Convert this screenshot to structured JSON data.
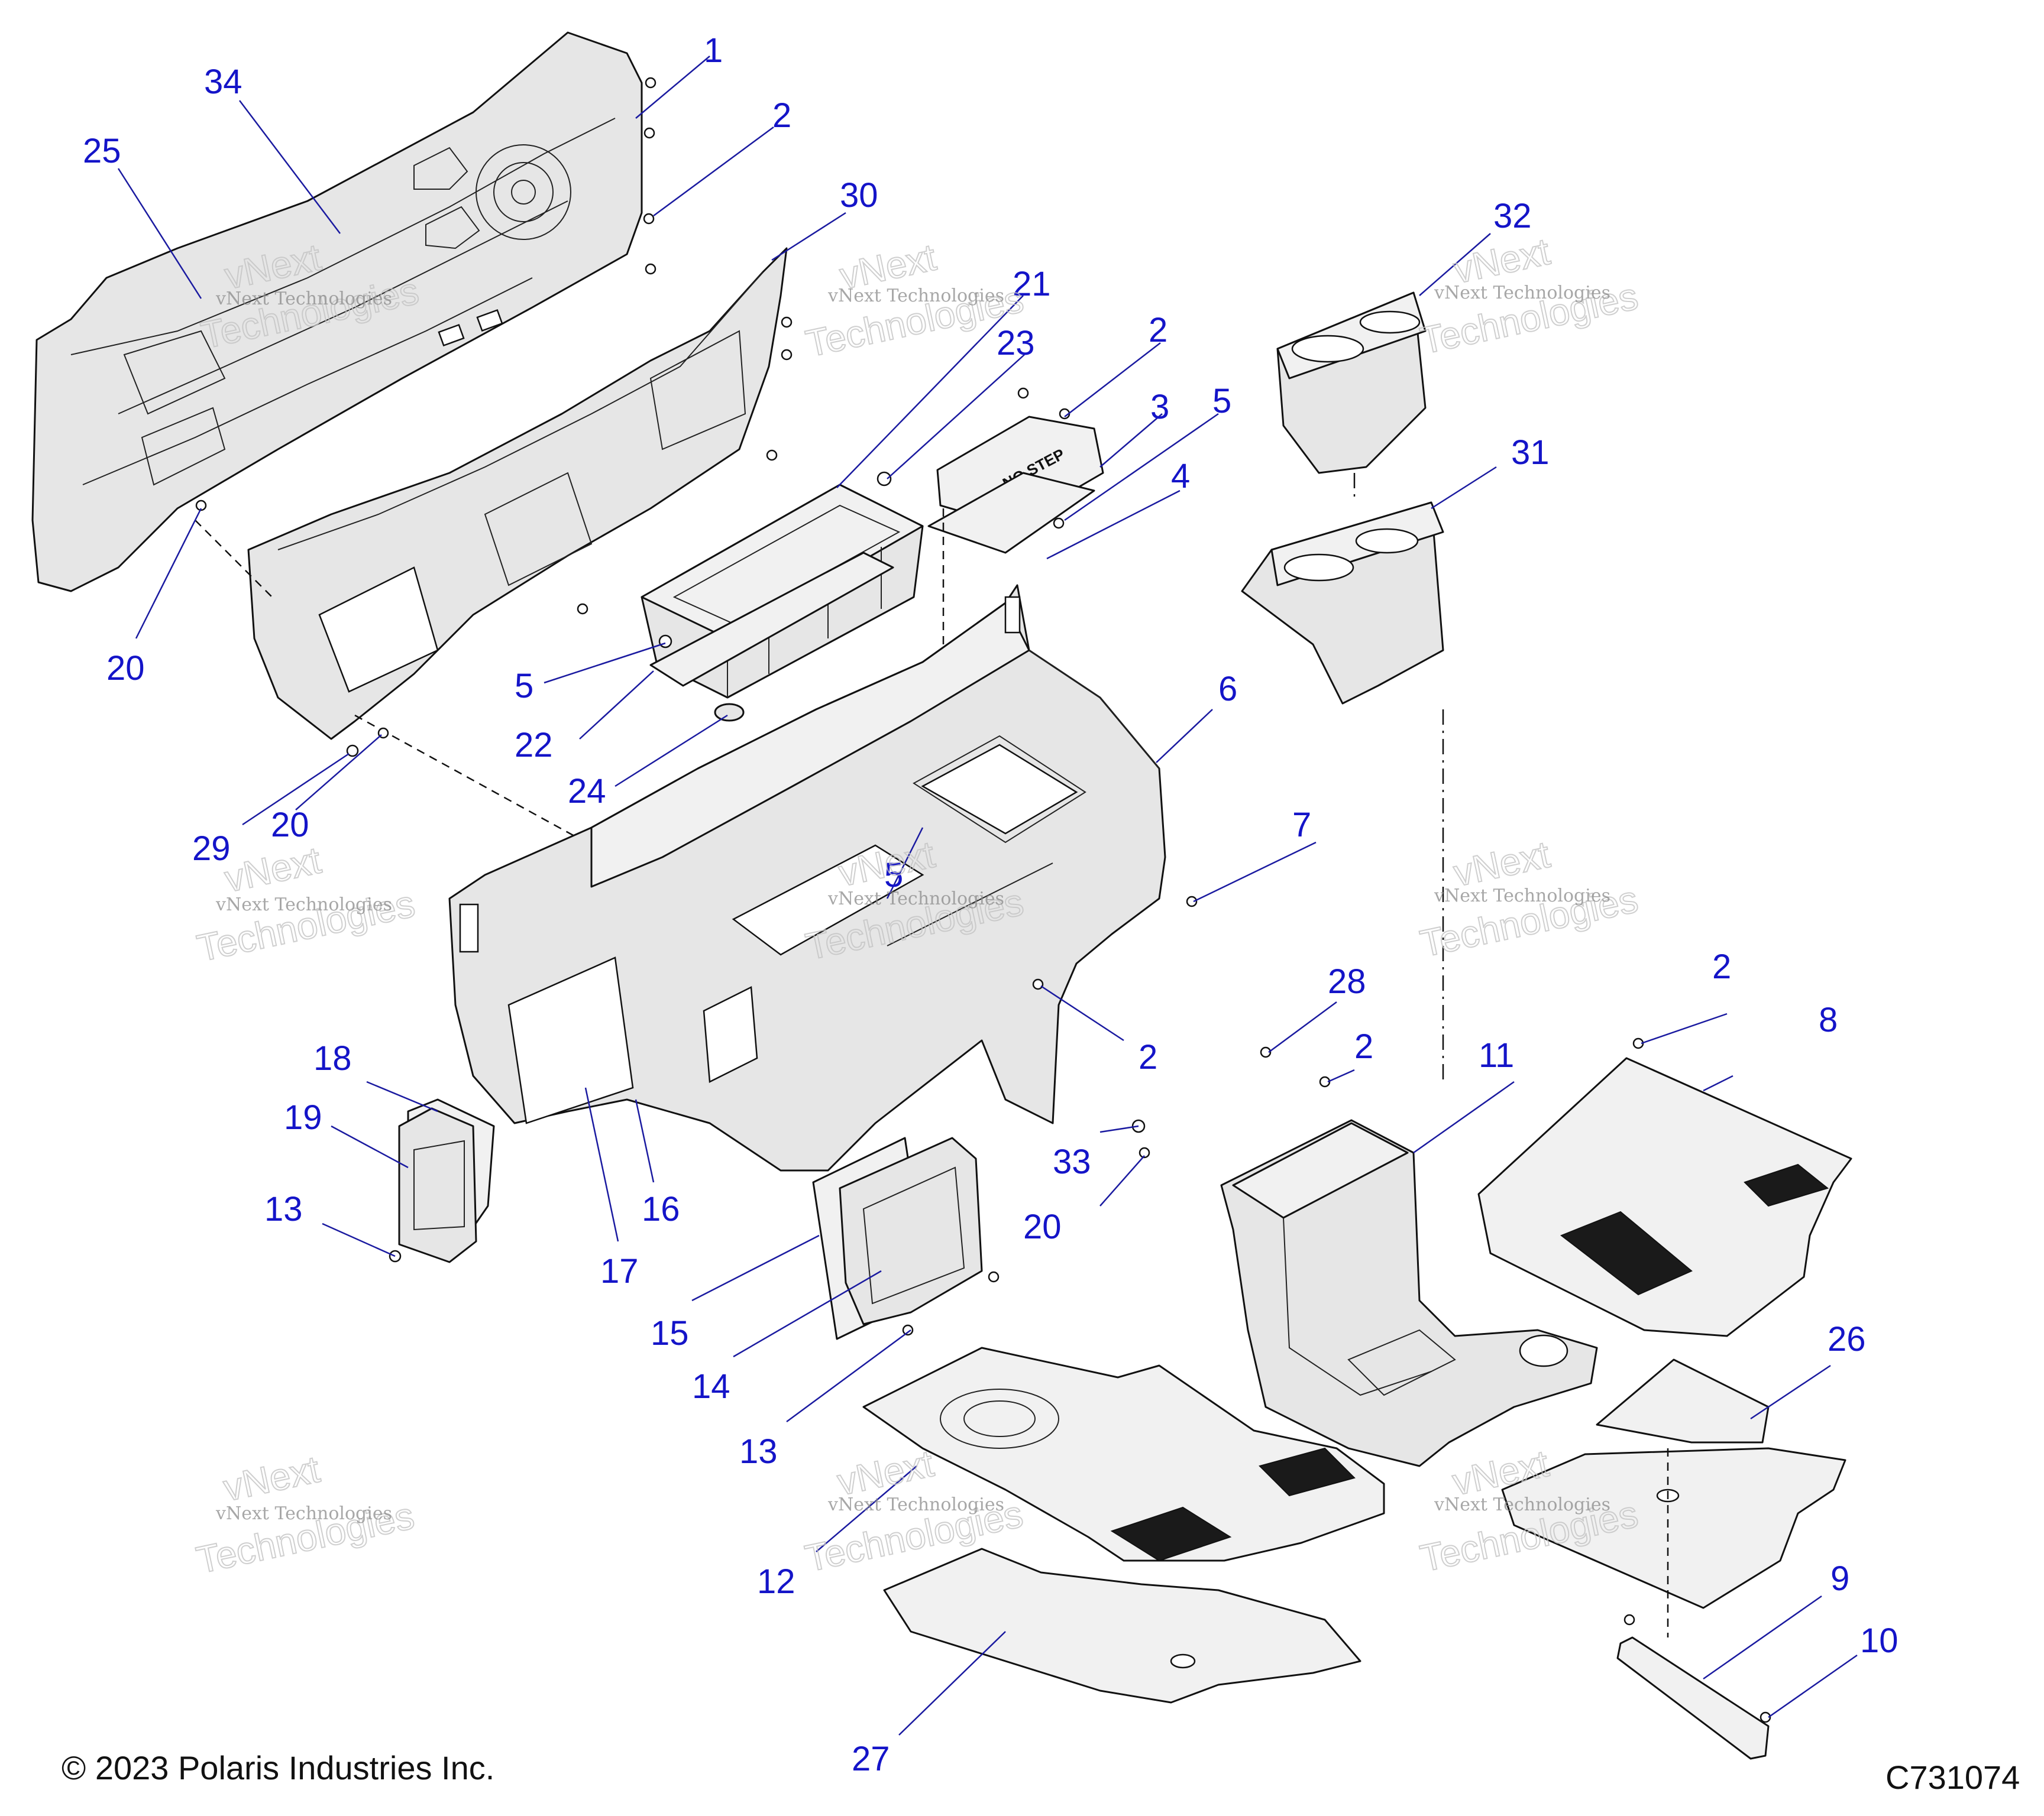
{
  "callouts": [
    {
      "id": "c1",
      "label": "1"
    },
    {
      "id": "c2a",
      "label": "2"
    },
    {
      "id": "c34",
      "label": "34"
    },
    {
      "id": "c25",
      "label": "25"
    },
    {
      "id": "c30",
      "label": "30"
    },
    {
      "id": "c21",
      "label": "21"
    },
    {
      "id": "c23",
      "label": "23"
    },
    {
      "id": "c2b",
      "label": "2"
    },
    {
      "id": "c3",
      "label": "3"
    },
    {
      "id": "c5a",
      "label": "5"
    },
    {
      "id": "c4",
      "label": "4"
    },
    {
      "id": "c32",
      "label": "32"
    },
    {
      "id": "c31",
      "label": "31"
    },
    {
      "id": "c20a",
      "label": "20"
    },
    {
      "id": "c5b",
      "label": "5"
    },
    {
      "id": "c22",
      "label": "22"
    },
    {
      "id": "c24",
      "label": "24"
    },
    {
      "id": "c6",
      "label": "6"
    },
    {
      "id": "c29",
      "label": "29"
    },
    {
      "id": "c20b",
      "label": "20"
    },
    {
      "id": "c5c",
      "label": "5"
    },
    {
      "id": "c7",
      "label": "7"
    },
    {
      "id": "c28",
      "label": "28"
    },
    {
      "id": "c2c",
      "label": "2"
    },
    {
      "id": "c2d",
      "label": "2"
    },
    {
      "id": "c2e",
      "label": "2"
    },
    {
      "id": "c8",
      "label": "8"
    },
    {
      "id": "c18",
      "label": "18"
    },
    {
      "id": "c19",
      "label": "19"
    },
    {
      "id": "c11",
      "label": "11"
    },
    {
      "id": "c33",
      "label": "33"
    },
    {
      "id": "c20c",
      "label": "20"
    },
    {
      "id": "c16",
      "label": "16"
    },
    {
      "id": "c13a",
      "label": "13"
    },
    {
      "id": "c17",
      "label": "17"
    },
    {
      "id": "c26",
      "label": "26"
    },
    {
      "id": "c15",
      "label": "15"
    },
    {
      "id": "c14",
      "label": "14"
    },
    {
      "id": "c13b",
      "label": "13"
    },
    {
      "id": "c12",
      "label": "12"
    },
    {
      "id": "c9",
      "label": "9"
    },
    {
      "id": "c10",
      "label": "10"
    },
    {
      "id": "c27",
      "label": "27"
    }
  ],
  "panel_stencil": "NO STEP",
  "watermark": {
    "line1": "vNext",
    "line2": "vNext Technologies",
    "line3": "Technologies"
  },
  "footer": {
    "copyright": "© 2023 Polaris Industries Inc.",
    "drawing_number": "C731074"
  }
}
